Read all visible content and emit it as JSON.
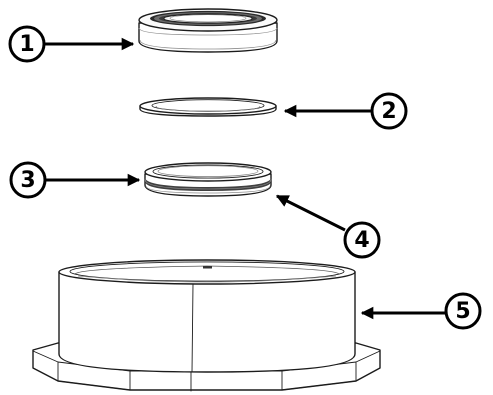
{
  "diagram": {
    "callouts": [
      {
        "label": "1",
        "part": "bearing"
      },
      {
        "label": "2",
        "part": "shim-washer"
      },
      {
        "label": "3",
        "part": "seal-ring"
      },
      {
        "label": "4",
        "part": "seal-groove"
      },
      {
        "label": "5",
        "part": "flanged-housing"
      }
    ]
  }
}
